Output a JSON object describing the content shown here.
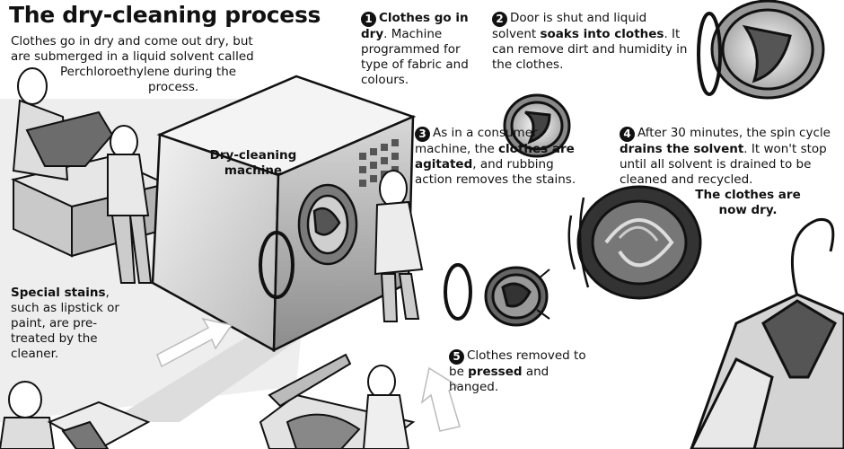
{
  "title": "The dry-cleaning process",
  "intro": {
    "line1": "Clothes go in dry and come out dry, but",
    "line2": "are submerged in a liquid solvent called",
    "line3": "Perchloroethylene during the",
    "line4": "process."
  },
  "machine_label": {
    "line1": "Dry-cleaning",
    "line2": "machine"
  },
  "steps": [
    {
      "number": "1",
      "bold": "Clothes go in dry",
      "text": ". Machine programmed for type of fabric and colours."
    },
    {
      "number": "2",
      "pre": "Door is shut and liquid solvent ",
      "bold": "soaks into clothes",
      "post": ". It can remove dirt and humidity in the clothes."
    },
    {
      "number": "3",
      "pre": "As in a consumer machine, the ",
      "bold": "clothes are agitated",
      "post": ", and rubbing action removes the stains."
    },
    {
      "number": "4",
      "pre": "After 30 minutes, the spin cycle ",
      "bold": "drains the solvent",
      "post": ". It won't stop until all solvent is drained to be cleaned and recycled.",
      "final": "The clothes are now dry."
    },
    {
      "number": "5",
      "pre": "Clothes removed to be ",
      "bold": "pressed",
      "post": " and hanged."
    }
  ],
  "special": {
    "bold": "Special stains",
    "text": ", such as lipstick or paint, are pre-treated by the cleaner."
  }
}
